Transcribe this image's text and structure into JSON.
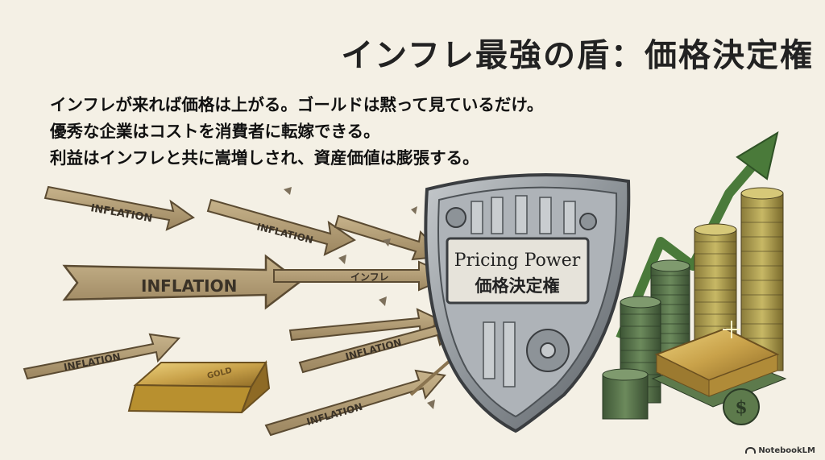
{
  "title": "インフレ最強の盾：価格決定権",
  "body_lines": [
    "インフレが来れば価格は上がる。ゴールドは黙って見ているだけ。",
    "優秀な企業はコストを消費者に転嫁できる。",
    "利益はインフレと共に嵩増しされ、資産価値は膨張する。"
  ],
  "illustration": {
    "arrow_label": "INFLATION",
    "arrow_label_jp": "インフレ",
    "shield_en": "Pricing Power",
    "shield_jp": "価格決定権",
    "gold_bar_label": "GOLD"
  },
  "watermark": "NotebookLM",
  "colors": {
    "background": "#f4f0e5",
    "arrow": "#b09a73",
    "shield": "#9aa0a6",
    "coins": "#4f6b45",
    "gold": "#c9a24a",
    "growth_arrow": "#4a7a3a"
  }
}
